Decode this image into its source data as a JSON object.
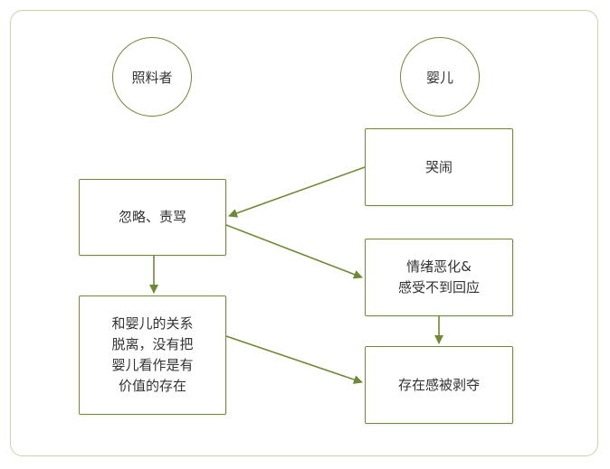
{
  "diagram": {
    "actors": {
      "caregiver": "照料者",
      "infant": "婴儿"
    },
    "nodes": {
      "crying": "哭闹",
      "ignore_scold": "忽略、责骂",
      "worsen": "情绪恶化&\n感受不到回应",
      "detach": "和婴儿的关系\n脱离，没有把\n婴儿看作是有\n价值的存在",
      "deprived": "存在感被剥夺"
    },
    "edges": [
      {
        "from": "crying",
        "to": "ignore_scold"
      },
      {
        "from": "ignore_scold",
        "to": "worsen"
      },
      {
        "from": "ignore_scold",
        "to": "detach"
      },
      {
        "from": "worsen",
        "to": "deprived"
      },
      {
        "from": "detach",
        "to": "deprived"
      }
    ],
    "colors": {
      "line": "#6f8a36",
      "frame": "#c9d3a6",
      "text": "#333333"
    }
  }
}
